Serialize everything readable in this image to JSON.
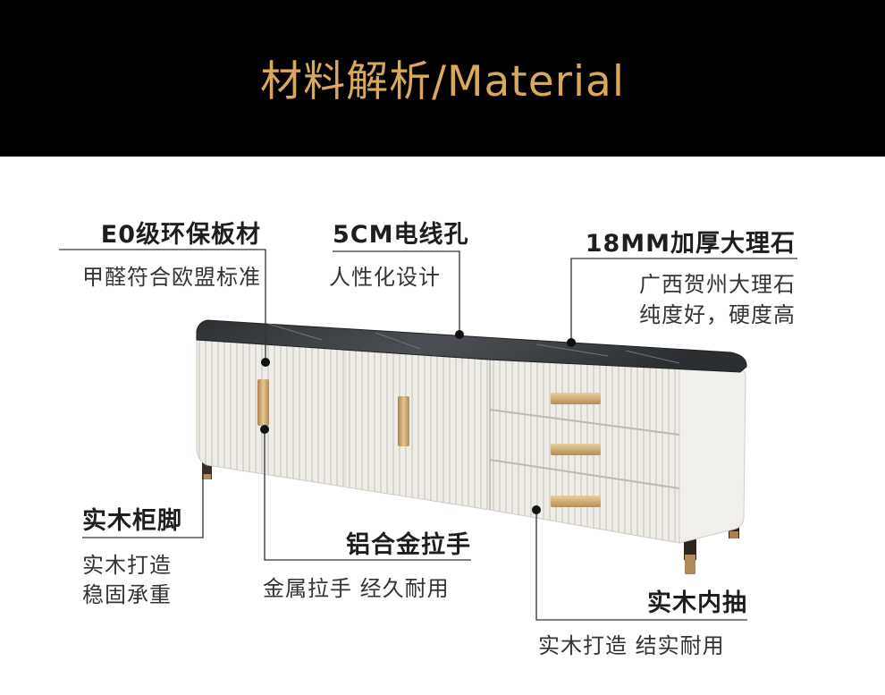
{
  "header": {
    "title": "材料解析/Material"
  },
  "callouts": {
    "board": {
      "title": "E0级环保板材",
      "desc": "甲醛符合欧盟标准"
    },
    "hole": {
      "title": "5CM电线孔",
      "desc": "人性化设计"
    },
    "marble": {
      "title": "18MM加厚大理石",
      "desc_line1": "广西贺州大理石",
      "desc_line2": "纯度好，硬度高"
    },
    "legs": {
      "title": "实木柜脚",
      "desc_line1": "实木打造",
      "desc_line2": "稳固承重"
    },
    "handle": {
      "title": "铝合金拉手",
      "desc": "金属拉手 经久耐用"
    },
    "drawer": {
      "title": "实木内抽",
      "desc": "实木打造 结实耐用"
    }
  },
  "colors": {
    "header_bg": "#000000",
    "title_gold": "#d9a85a",
    "cabinet_white": "#eeece7",
    "marble_dark": "#3c3f42",
    "handle_gold": "#c9a36a",
    "line": "#333333"
  },
  "icons": {
    "cabinet": "tv-cabinet-illustration"
  }
}
